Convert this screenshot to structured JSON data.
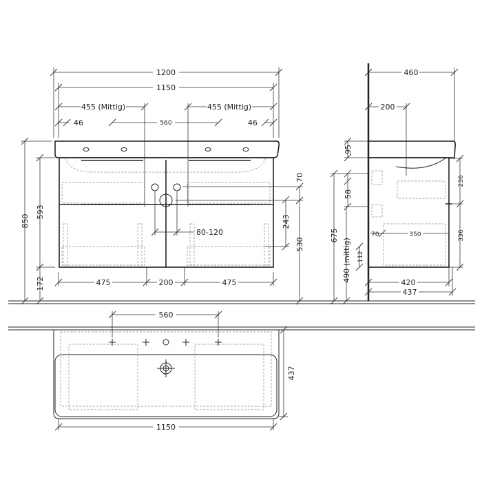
{
  "front_view": {
    "dims": {
      "overall_width": "1200",
      "cabinet_width": "1150",
      "left_tap_offset": "455 (Mittig)",
      "right_tap_offset": "455 (Mittig)",
      "left_edge": "46",
      "tap_spacing": "560",
      "right_edge": "46",
      "total_height": "850",
      "cabinet_height": "593",
      "floor_clearance": "172",
      "drain_offset": "70",
      "trap_height": "243",
      "drain_height": "530",
      "drain_spacing": "80-120",
      "left_drawer": "475",
      "center_gap": "200",
      "right_drawer": "475"
    }
  },
  "side_view": {
    "dims": {
      "depth": "460",
      "tap_depth": "200",
      "basin_thickness": "95",
      "gap": "58",
      "drain_center_height": "675",
      "waste_height": "490 (mittig)",
      "bottom_offset": "112",
      "upper_drawer": "236",
      "lower_drawer": "336",
      "inner_offset": "70",
      "inner_depth": "350",
      "cabinet_depth": "420",
      "overall_cabinet_depth": "437"
    }
  },
  "top_view": {
    "dims": {
      "tap_spacing": "560",
      "depth": "437",
      "width": "1150"
    }
  }
}
